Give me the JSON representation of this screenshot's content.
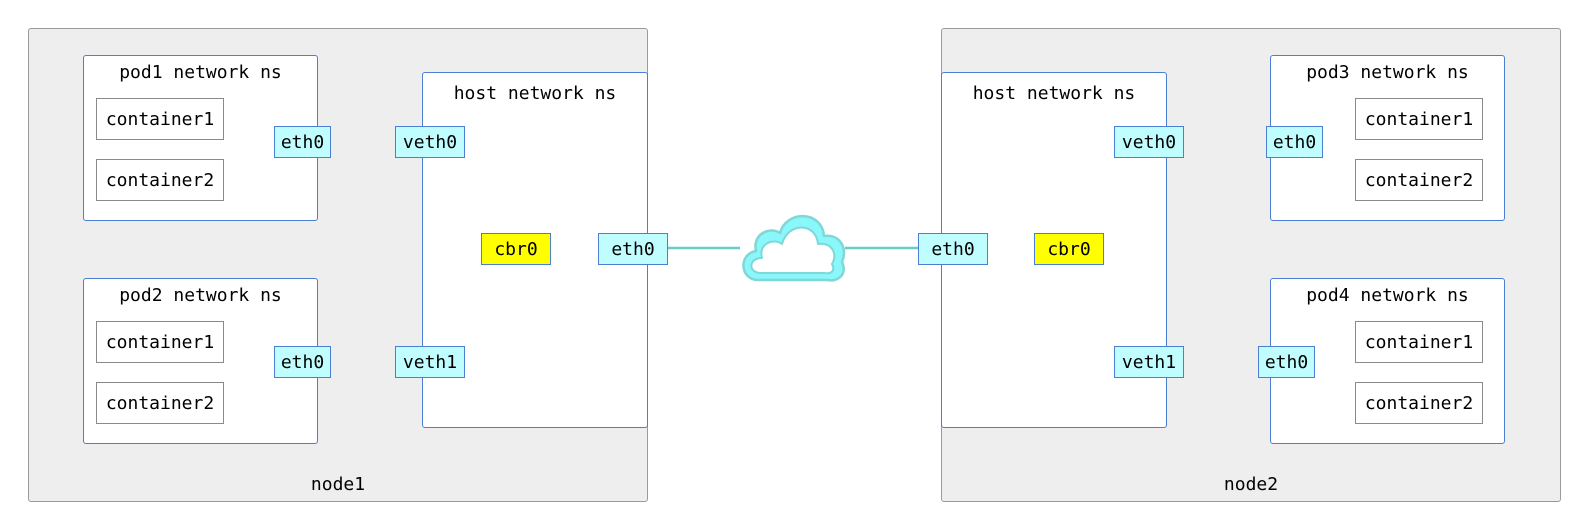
{
  "colors": {
    "node_bg": "#eeeeee",
    "node_border": "#9a9a9a",
    "ns_border": "#4a7fd4",
    "iface_fill": "#c0fdff",
    "bridge_fill": "#ffff00",
    "cloud_fill": "#8af7fb",
    "cloud_stroke": "#5fc9c9",
    "uplink": "#66cccc"
  },
  "cloud": {
    "icon": "cloud-icon"
  },
  "nodes": [
    {
      "label": "node1",
      "host_ns": {
        "title": "host network ns",
        "veth0": "veth0",
        "veth1": "veth1",
        "bridge": "cbr0",
        "eth0": "eth0"
      },
      "pods": [
        {
          "title": "pod1 network ns",
          "containers": [
            "container1",
            "container2"
          ],
          "iface": "eth0"
        },
        {
          "title": "pod2 network ns",
          "containers": [
            "container1",
            "container2"
          ],
          "iface": "eth0"
        }
      ]
    },
    {
      "label": "node2",
      "host_ns": {
        "title": "host network ns",
        "veth0": "veth0",
        "veth1": "veth1",
        "bridge": "cbr0",
        "eth0": "eth0"
      },
      "pods": [
        {
          "title": "pod3 network ns",
          "containers": [
            "container1",
            "container2"
          ],
          "iface": "eth0"
        },
        {
          "title": "pod4 network ns",
          "containers": [
            "container1",
            "container2"
          ],
          "iface": "eth0"
        }
      ]
    }
  ]
}
